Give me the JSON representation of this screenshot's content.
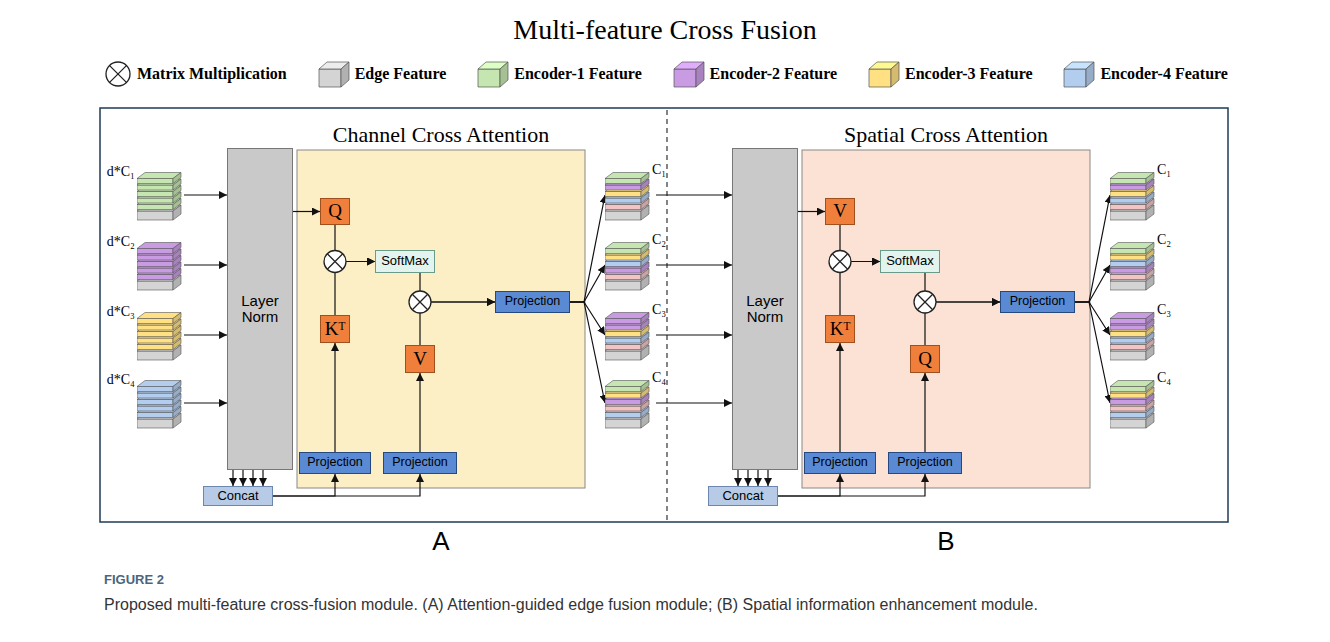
{
  "diagram": {
    "title": "Multi-feature Cross Fusion",
    "caption": "Proposed multi-feature cross-fusion module. (A) Attention-guided edge fusion module; (B) Spatial information enhancement module.",
    "nodes": [
      {
        "text": [
          "d*C₁"
        ]
      },
      {
        "text": [
          "d*C₂"
        ]
      },
      {
        "text": [
          "d*C₃"
        ]
      },
      {
        "text": [
          "d*C₄"
        ]
      },
      {
        "text": [
          "Layer Norm"
        ]
      },
      {
        "text": [
          "Channel Cross Attention"
        ]
      },
      {
        "text": [
          "Q"
        ],
        "in": 5
      },
      {
        "text": [
          "SoftMax"
        ],
        "in": 5
      },
      {
        "text": [
          "Kᵀ"
        ],
        "in": 5
      },
      {
        "text": [
          "V"
        ],
        "in": 5
      },
      {
        "text": [
          "Projection"
        ],
        "in": 5
      },
      {
        "text": [
          "Projection"
        ],
        "in": 5
      },
      {
        "text": [
          "Projection"
        ],
        "in": 5
      },
      {
        "text": [
          "Concat"
        ]
      },
      {
        "text": [
          "C₁"
        ]
      },
      {
        "text": [
          "C₂"
        ]
      },
      {
        "text": [
          "C₃"
        ]
      },
      {
        "text": [
          "C₄"
        ]
      },
      {
        "text": [
          "Layer Norm"
        ]
      },
      {
        "text": [
          "Spatial Cross Attention"
        ]
      },
      {
        "text": [
          "V"
        ],
        "in": 19
      },
      {
        "text": [
          "SoftMax"
        ],
        "in": 19
      },
      {
        "text": [
          "Kᵀ"
        ],
        "in": 19
      },
      {
        "text": [
          "Q"
        ],
        "in": 19
      },
      {
        "text": [
          "Projection"
        ],
        "in": 19
      },
      {
        "text": [
          "Projection"
        ],
        "in": 19
      },
      {
        "text": [
          "Projection"
        ],
        "in": 19
      },
      {
        "text": [
          "Concat"
        ]
      },
      {
        "text": [
          "C₁"
        ]
      },
      {
        "text": [
          "C₂"
        ]
      },
      {
        "text": [
          "C₃"
        ]
      },
      {
        "text": [
          "C₄"
        ]
      }
    ],
    "edges": [
      {
        "from": 0,
        "to": 4,
        "arrow": "to"
      },
      {
        "from": 1,
        "to": 4,
        "arrow": "to"
      },
      {
        "from": 2,
        "to": 4,
        "arrow": "to"
      },
      {
        "from": 3,
        "to": 4,
        "arrow": "to"
      },
      {
        "from": 4,
        "to": 6,
        "arrow": "to"
      },
      {
        "from": 4,
        "to": 13,
        "arrow": "to"
      },
      {
        "from": 13,
        "to": 11,
        "arrow": "to"
      },
      {
        "from": 13,
        "to": 12,
        "arrow": "to"
      },
      {
        "from": 11,
        "to": 8,
        "arrow": "to"
      },
      {
        "from": 12,
        "to": 9,
        "arrow": "to"
      },
      {
        "from": 6,
        "to": 7,
        "arrow": "to"
      },
      {
        "from": 8,
        "to": 7,
        "arrow": "to"
      },
      {
        "from": 7,
        "to": 10,
        "arrow": "to"
      },
      {
        "from": 9,
        "to": 10,
        "arrow": "to"
      },
      {
        "from": 10,
        "to": 14,
        "arrow": "to"
      },
      {
        "from": 10,
        "to": 15,
        "arrow": "to"
      },
      {
        "from": 10,
        "to": 16,
        "arrow": "to"
      },
      {
        "from": 10,
        "to": 17,
        "arrow": "to"
      },
      {
        "from": 14,
        "to": 18,
        "arrow": "to"
      },
      {
        "from": 15,
        "to": 18,
        "arrow": "to"
      },
      {
        "from": 16,
        "to": 18,
        "arrow": "to"
      },
      {
        "from": 17,
        "to": 18,
        "arrow": "to"
      },
      {
        "from": 18,
        "to": 20,
        "arrow": "to"
      },
      {
        "from": 18,
        "to": 27,
        "arrow": "to"
      },
      {
        "from": 27,
        "to": 25,
        "arrow": "to"
      },
      {
        "from": 27,
        "to": 26,
        "arrow": "to"
      },
      {
        "from": 25,
        "to": 22,
        "arrow": "to"
      },
      {
        "from": 26,
        "to": 23,
        "arrow": "to"
      },
      {
        "from": 20,
        "to": 21,
        "arrow": "to"
      },
      {
        "from": 22,
        "to": 21,
        "arrow": "to"
      },
      {
        "from": 21,
        "to": 24,
        "arrow": "to"
      },
      {
        "from": 23,
        "to": 24,
        "arrow": "to"
      },
      {
        "from": 24,
        "to": 28,
        "arrow": "to"
      },
      {
        "from": 24,
        "to": 29,
        "arrow": "to"
      },
      {
        "from": 24,
        "to": 30,
        "arrow": "to"
      },
      {
        "from": 24,
        "to": 31,
        "arrow": "to"
      }
    ],
    "labels": [
      "A",
      "B",
      "FIGURE 2"
    ],
    "legend": [
      {
        "text": "Matrix Multiplication"
      },
      {
        "text": "Edge Feature",
        "color": "#d4d4d4"
      },
      {
        "text": "Encoder-1 Feature",
        "color": "#c5e6b0"
      },
      {
        "text": "Encoder-2 Feature",
        "color": "#c99be3"
      },
      {
        "text": "Encoder-3 Feature",
        "color": "#ffe083"
      },
      {
        "text": "Encoder-4 Feature",
        "color": "#b3cdee"
      }
    ]
  }
}
